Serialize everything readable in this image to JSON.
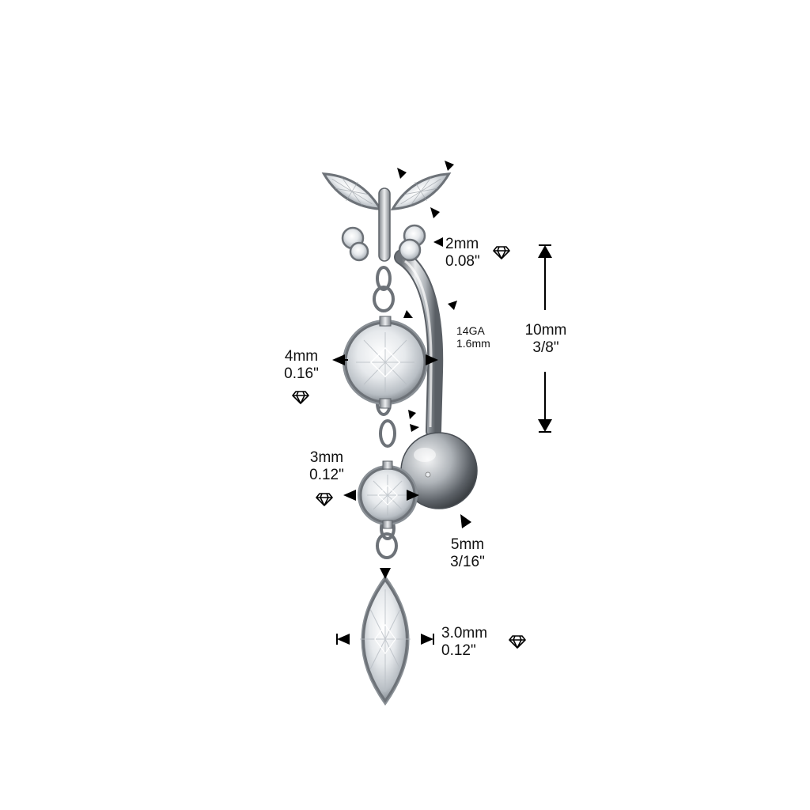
{
  "labels": {
    "butterfly_gem": {
      "mm": "2mm",
      "inch": "0.08\""
    },
    "gauge": {
      "ga": "14GA",
      "mm": "1.6mm"
    },
    "bar_length": {
      "mm": "10mm",
      "inch": "3/8\""
    },
    "top_round_gem": {
      "mm": "4mm",
      "inch": "0.16\""
    },
    "middle_round_gem": {
      "mm": "3mm",
      "inch": "0.12\""
    },
    "ball": {
      "mm": "5mm",
      "inch": "3/16\""
    },
    "marquise_gem": {
      "mm": "3.0mm",
      "inch": "0.12\""
    }
  },
  "icons": [
    "diamond-icon",
    "diamond-icon",
    "diamond-icon",
    "diamond-icon"
  ],
  "colors": {
    "metal": "#bfc3c7",
    "metal_dark": "#6d7278",
    "gem": "#f2f4f6",
    "text": "#111111"
  }
}
